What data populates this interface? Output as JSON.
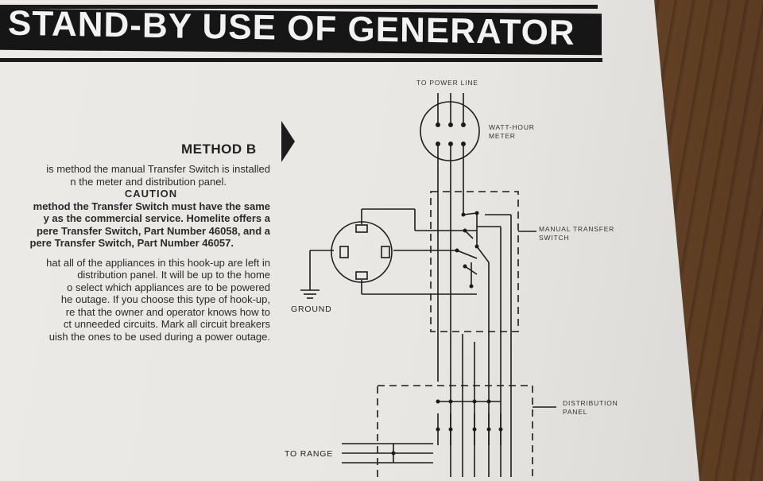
{
  "document": {
    "banner_title": "STAND-BY USE OF GENERATOR",
    "method_title": "METHOD B",
    "intro_lines": [
      "is method the manual Transfer Switch is installed",
      "n the meter and distribution panel."
    ],
    "caution_heading": "CAUTION",
    "caution_lines": [
      "method the Transfer Switch must have the same",
      "y as the commercial service. Homelite offers a",
      "pere Transfer Switch, Part Number 46058, and a",
      "pere Transfer Switch, Part Number 46057."
    ],
    "body_lines": [
      "hat all of the appliances in this hook-up are left in",
      "distribution panel. It will be up to the home",
      "o select which appliances are to be powered",
      "he outage. If you choose this type of hook-up,",
      "re that the owner and operator knows how to",
      "ct unneeded circuits. Mark all circuit breakers",
      "uish the ones to be used during a power outage."
    ]
  },
  "diagram": {
    "labels": {
      "power_line": "TO POWER LINE",
      "meter_line1": "WATT-HOUR",
      "meter_line2": "METER",
      "switch_line1": "MANUAL TRANSFER",
      "switch_line2": "SWITCH",
      "ground": "GROUND",
      "panel_line1": "DISTRIBUTION",
      "panel_line2": "PANEL",
      "range": "TO RANGE"
    }
  },
  "colors": {
    "ink": "#1c1c1c",
    "paper": "#eae8e4",
    "wood": "#6b4a2e"
  }
}
